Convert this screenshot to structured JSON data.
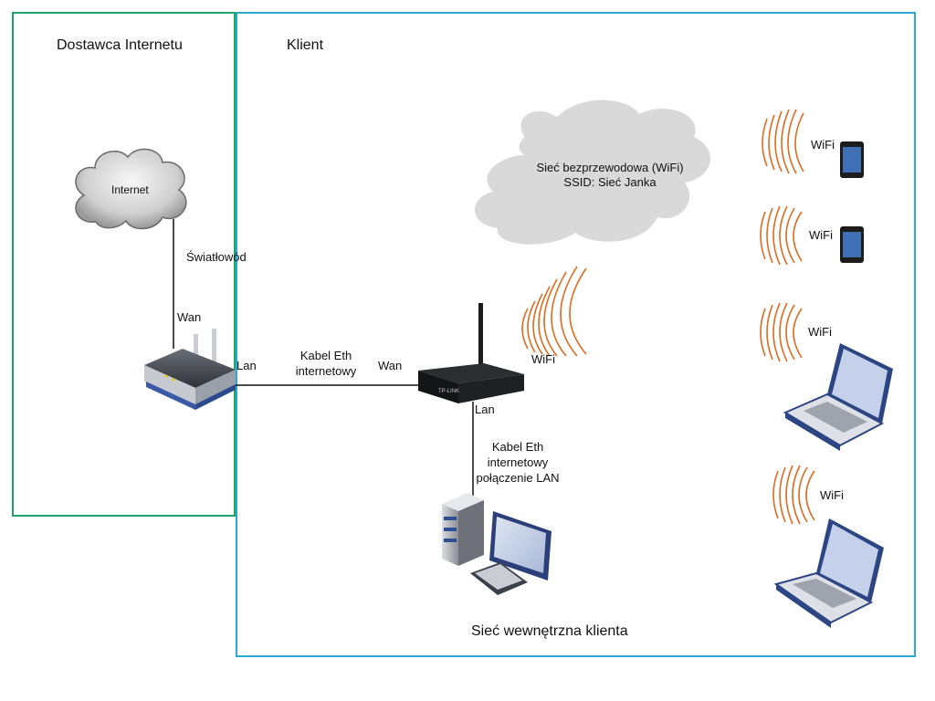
{
  "regions": {
    "provider_title": "Dostawca Internetu",
    "client_title": "Klient",
    "internal_network": "Sieć wewnętrzna klienta"
  },
  "internet_cloud": "Internet",
  "wifi_cloud": {
    "line1": "Sieć bezprzewodowa (WiFi)",
    "line2": "SSID: Sieć Janka"
  },
  "links": {
    "fiber": "Światłowód",
    "modem_wan": "Wan",
    "modem_lan": "Lan",
    "eth_cable_line1": "Kabel Eth",
    "eth_cable_line2": "internetowy",
    "router_wan": "Wan",
    "router_lan": "Lan",
    "lan_cable_line1": "Kabel Eth",
    "lan_cable_line2": "internetowy",
    "lan_cable_line3": "połączenie LAN"
  },
  "wifi": {
    "router": "WiFi",
    "tablet1": "WiFi",
    "tablet2": "WiFi",
    "laptop1": "WiFi",
    "laptop2": "WiFi"
  },
  "router_brand": "TP-LINK",
  "colors": {
    "provider_border": "#1fa36b",
    "client_border": "#2aa9d2",
    "wifi_waves": "#e06a1e",
    "clouds": "#d9d9d9"
  }
}
